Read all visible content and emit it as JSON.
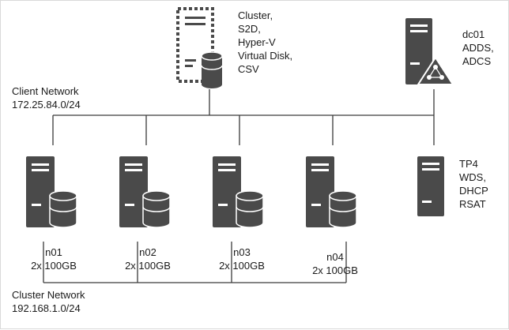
{
  "colors": {
    "device_fill": "#4a4a4a",
    "device_light": "#ffffff",
    "line": "#3a3a3a",
    "text": "#1a1a1a"
  },
  "networks": {
    "client": {
      "name": "Client Network",
      "subnet": "172.25.84.0/24"
    },
    "cluster": {
      "name": "Cluster Network",
      "subnet": "192.168.1.0/24"
    }
  },
  "cluster_resource": {
    "icon": "virtual-server-with-disk-icon",
    "lines": [
      "Cluster,",
      "S2D,",
      "Hyper-V",
      "Virtual Disk,",
      "CSV"
    ]
  },
  "dc": {
    "icon": "server-with-certificate-icon",
    "lines": [
      "dc01",
      "ADDS,",
      "ADCS"
    ]
  },
  "mgmt": {
    "icon": "server-icon",
    "lines": [
      "TP4",
      "WDS,",
      "DHCP",
      "RSAT"
    ]
  },
  "nodes": [
    {
      "name": "n01",
      "disks": "2x 100GB",
      "icon": "server-with-disk-icon"
    },
    {
      "name": "n02",
      "disks": "2x 100GB",
      "icon": "server-with-disk-icon"
    },
    {
      "name": "n03",
      "disks": "2x 100GB",
      "icon": "server-with-disk-icon"
    },
    {
      "name": "n04",
      "disks": "2x 100GB",
      "icon": "server-with-disk-icon"
    }
  ]
}
